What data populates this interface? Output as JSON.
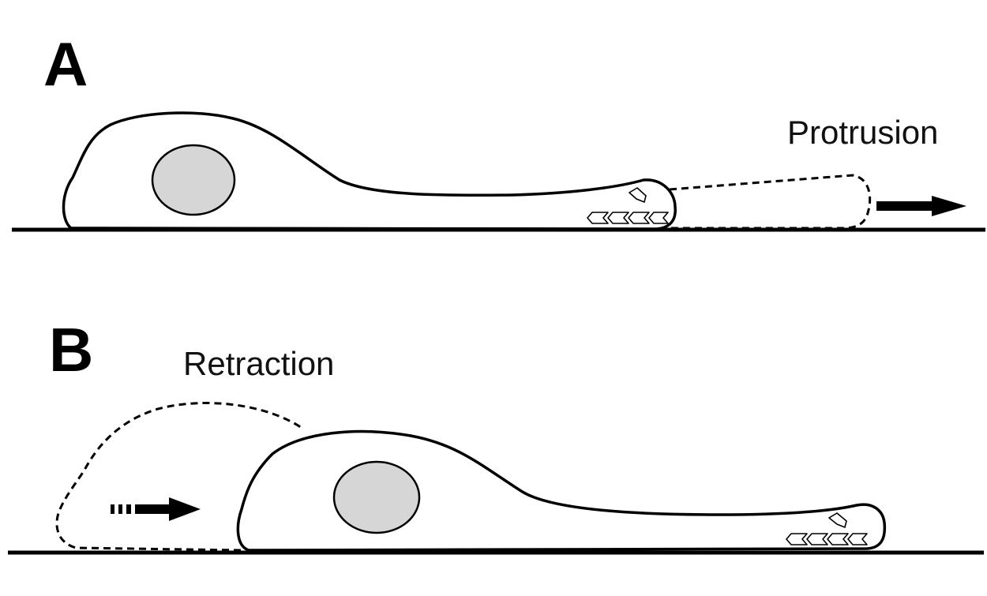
{
  "panels": [
    {
      "letter": "A",
      "label": "Protrusion"
    },
    {
      "letter": "B",
      "label": "Retraction"
    }
  ]
}
